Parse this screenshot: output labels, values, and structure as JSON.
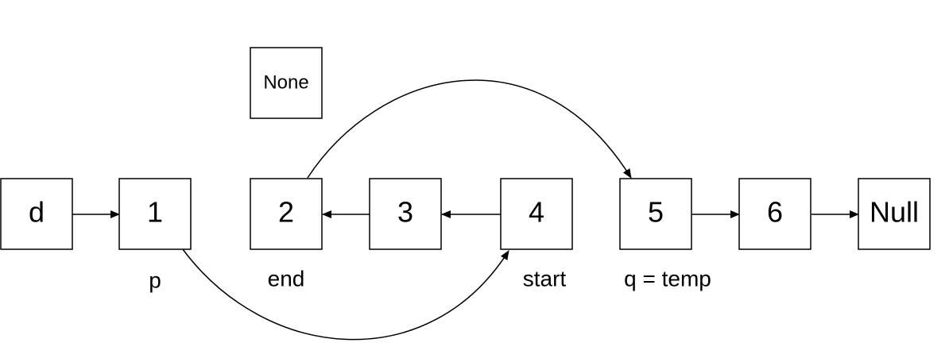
{
  "nodes": {
    "d": "d",
    "n1": "1",
    "n2": "2",
    "n3": "3",
    "n4": "4",
    "n5": "5",
    "n6": "6",
    "null": "Null",
    "none": "None"
  },
  "pointers": {
    "p": "p",
    "end": "end",
    "start": "start",
    "q": "q = temp"
  },
  "edges": [
    {
      "from": "d",
      "to": "1"
    },
    {
      "from": "1",
      "to": "4"
    },
    {
      "from": "2",
      "to": "5"
    },
    {
      "from": "3",
      "to": "2"
    },
    {
      "from": "4",
      "to": "3"
    },
    {
      "from": "5",
      "to": "6"
    },
    {
      "from": "6",
      "to": "Null"
    }
  ]
}
